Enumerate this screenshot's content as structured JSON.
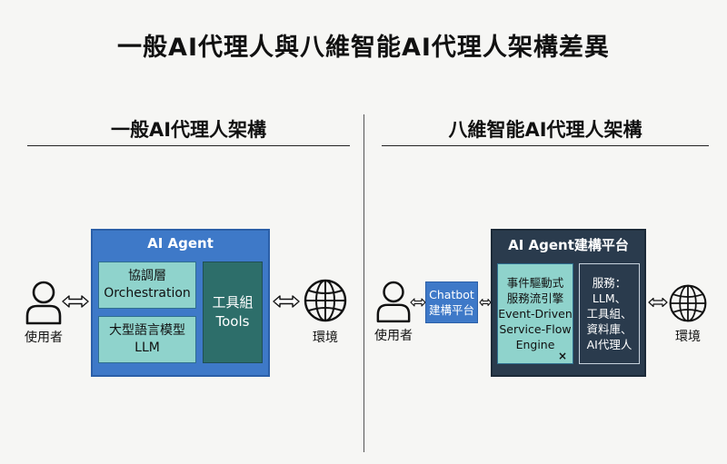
{
  "title": "一般AI代理人與八維智能AI代理人架構差異",
  "left": {
    "heading": "一般AI代理人架構",
    "user_label": "使用者",
    "agent_title": "AI Agent",
    "orchestration": {
      "line1": "協調層",
      "line2": "Orchestration"
    },
    "llm": {
      "line1": "大型語言模型",
      "line2": "LLM"
    },
    "tools": {
      "line1": "工具組",
      "line2": "Tools"
    },
    "env_label": "環境"
  },
  "right": {
    "heading": "八維智能AI代理人架構",
    "user_label": "使用者",
    "chatbot": {
      "line1": "Chatbot",
      "line2": "建構平台"
    },
    "platform_title": "AI Agent建構平台",
    "engine": {
      "line1": "事件驅動式",
      "line2": "服務流引擎",
      "line3": "Event-Driven",
      "line4": "Service-Flow",
      "line5": "Engine"
    },
    "engine_mark": "×",
    "services": {
      "line1": "服務：",
      "line2": "LLM、",
      "line3": "工具組、",
      "line4": "資料庫、",
      "line5": "AI代理人"
    },
    "env_label": "環境"
  },
  "icons": [
    "user-icon",
    "globe-icon",
    "double-arrow-icon"
  ],
  "colors": {
    "background": "#f6f6f4",
    "agent_blue": "#3e79c8",
    "light_teal": "#8fd3cc",
    "dark_teal": "#2d6e6a",
    "platform_navy": "#2a3b4d"
  }
}
